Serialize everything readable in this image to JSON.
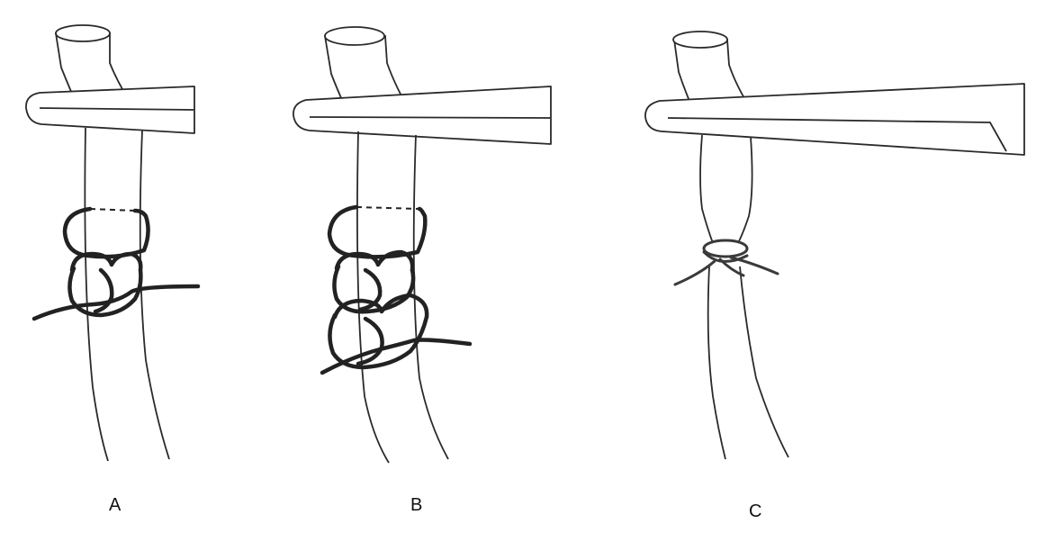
{
  "panels": [
    {
      "id": "A",
      "label": "A"
    },
    {
      "id": "B",
      "label": "B"
    },
    {
      "id": "C",
      "label": "C"
    }
  ],
  "colors": {
    "line": "#2a2a2a",
    "thread": "#222222",
    "background": "#ffffff"
  }
}
